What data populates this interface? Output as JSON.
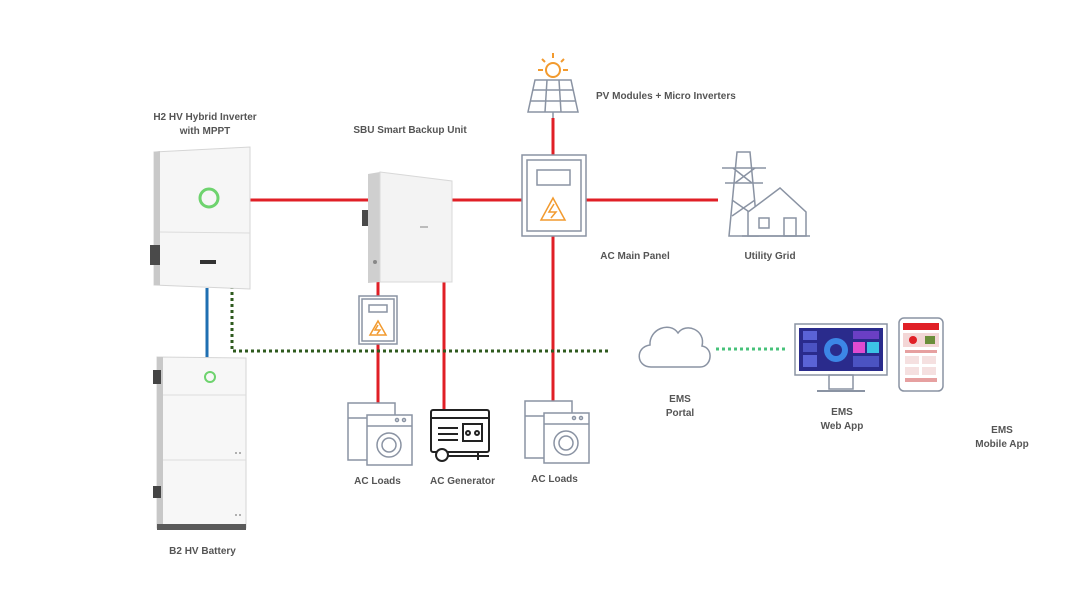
{
  "labels": {
    "inverter": [
      "H2 HV Hybrid Inverter",
      "with MPPT"
    ],
    "sbu": [
      "SBU Smart Backup Unit"
    ],
    "pv": [
      "PV Modules + Micro Inverters"
    ],
    "main_panel": [
      "AC Main Panel"
    ],
    "utility": [
      "Utility Grid"
    ],
    "battery": [
      "B2 HV Battery"
    ],
    "loads_left": [
      "AC Loads"
    ],
    "generator": [
      "AC Generator"
    ],
    "loads_right": [
      "AC Loads"
    ],
    "ems_portal": [
      "EMS",
      "Portal"
    ],
    "ems_web": [
      "EMS",
      "Web App"
    ],
    "ems_mobile": [
      "EMS",
      "Mobile App"
    ]
  },
  "colors": {
    "ac_line": "#e01f26",
    "dc_line": "#1f6fb2",
    "comm_dotted": "#2e5a1e",
    "wifi_dotted": "#47c27a",
    "icon_stroke": "#8a93a3",
    "sun": "#f29a2e",
    "ring": "#6ed36e"
  }
}
